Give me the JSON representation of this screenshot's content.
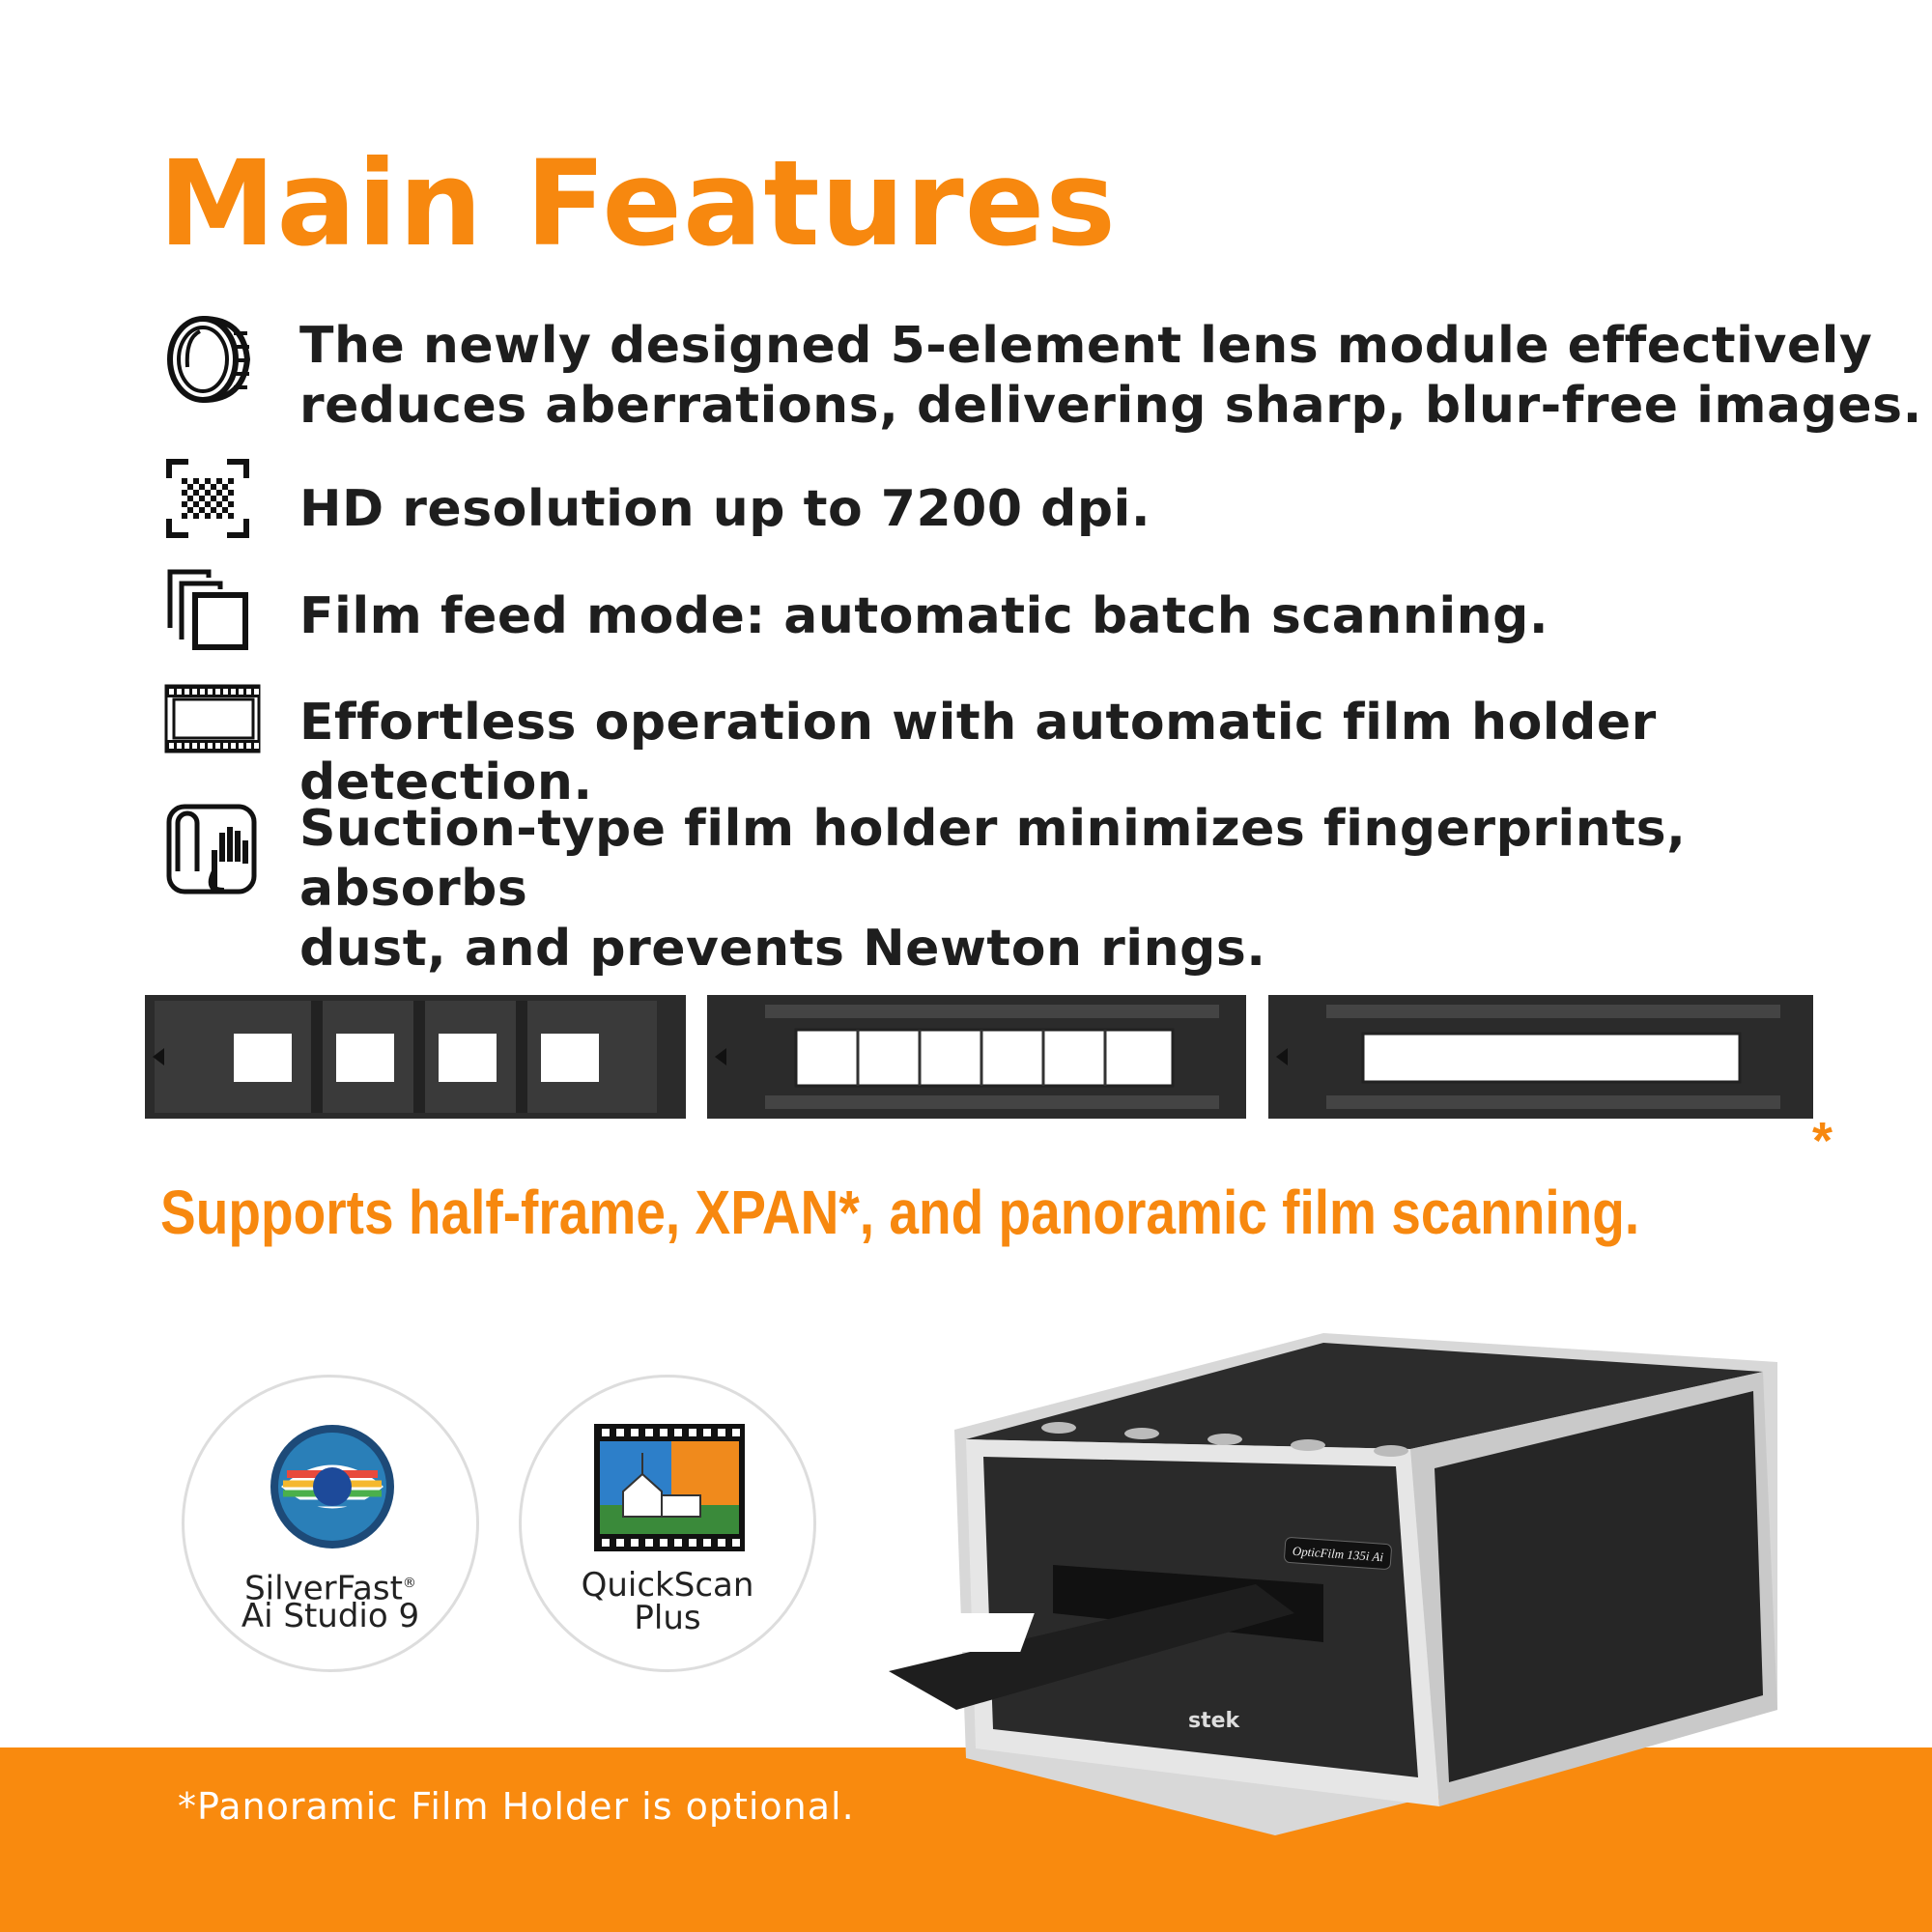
{
  "title": "Main Features",
  "features": [
    {
      "icon": "lens-icon",
      "line1": "The newly designed 5-element lens module effectively",
      "line2": "reduces aberrations, delivering sharp, blur-free images."
    },
    {
      "icon": "resolution-grid-icon",
      "line1": "HD resolution up to 7200 dpi."
    },
    {
      "icon": "stacked-frames-icon",
      "line1": "Film feed mode: automatic batch scanning."
    },
    {
      "icon": "film-strip-icon",
      "line1": "Effortless operation with automatic film holder detection."
    },
    {
      "icon": "suction-hand-icon",
      "line1": "Suction-type film holder minimizes fingerprints, absorbs",
      "line2": "dust, and prevents Newton rings."
    }
  ],
  "holders_asterisk": "*",
  "support_text": "Supports half-frame, XPAN*, and panoramic film scanning.",
  "software": [
    {
      "name_line1": "SilverFast",
      "reg": "®",
      "name_line2": "Ai Studio 9"
    },
    {
      "name_line1": "QuickScan",
      "name_line2": "Plus"
    }
  ],
  "scanner": {
    "model_badge": "OpticFilm 135i Ai",
    "brand_partial": "stek"
  },
  "footnote": "*Panoramic Film Holder is optional.",
  "colors": {
    "accent": "#F7880F",
    "footer_bar": "#F98A0E",
    "text": "#1e1e1e"
  }
}
